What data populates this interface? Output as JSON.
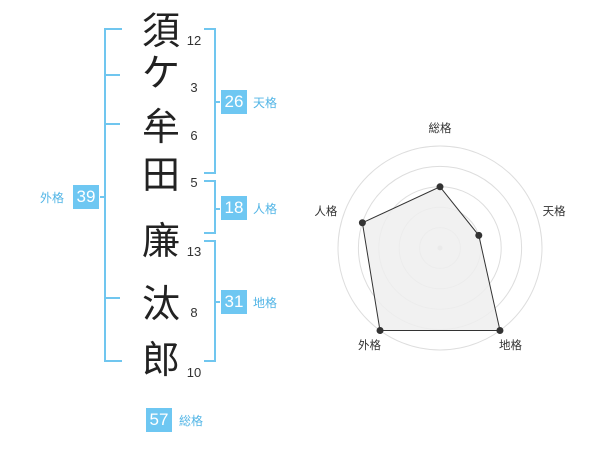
{
  "name": {
    "characters": [
      "須",
      "ケ",
      "牟",
      "田",
      "廉",
      "汰",
      "郎"
    ],
    "strokes": [
      "12",
      "3",
      "6",
      "5",
      "13",
      "8",
      "10"
    ]
  },
  "fortunes": {
    "tenkaku": {
      "value": "26",
      "label": "天格"
    },
    "jinkaku": {
      "value": "18",
      "label": "人格"
    },
    "chikaku": {
      "value": "31",
      "label": "地格"
    },
    "gaikaku": {
      "value": "39",
      "label": "外格"
    },
    "soukaku": {
      "value": "57",
      "label": "総格"
    }
  },
  "chart_data": {
    "type": "radar",
    "axes": [
      "総格",
      "天格",
      "地格",
      "外格",
      "人格"
    ],
    "values": [
      3,
      2,
      5,
      5,
      4
    ],
    "rmax": 5,
    "rings": 5,
    "colors": {
      "fill": "#eeeeee",
      "line": "#333333",
      "ring": "#dddddd",
      "point": "#333333"
    }
  }
}
